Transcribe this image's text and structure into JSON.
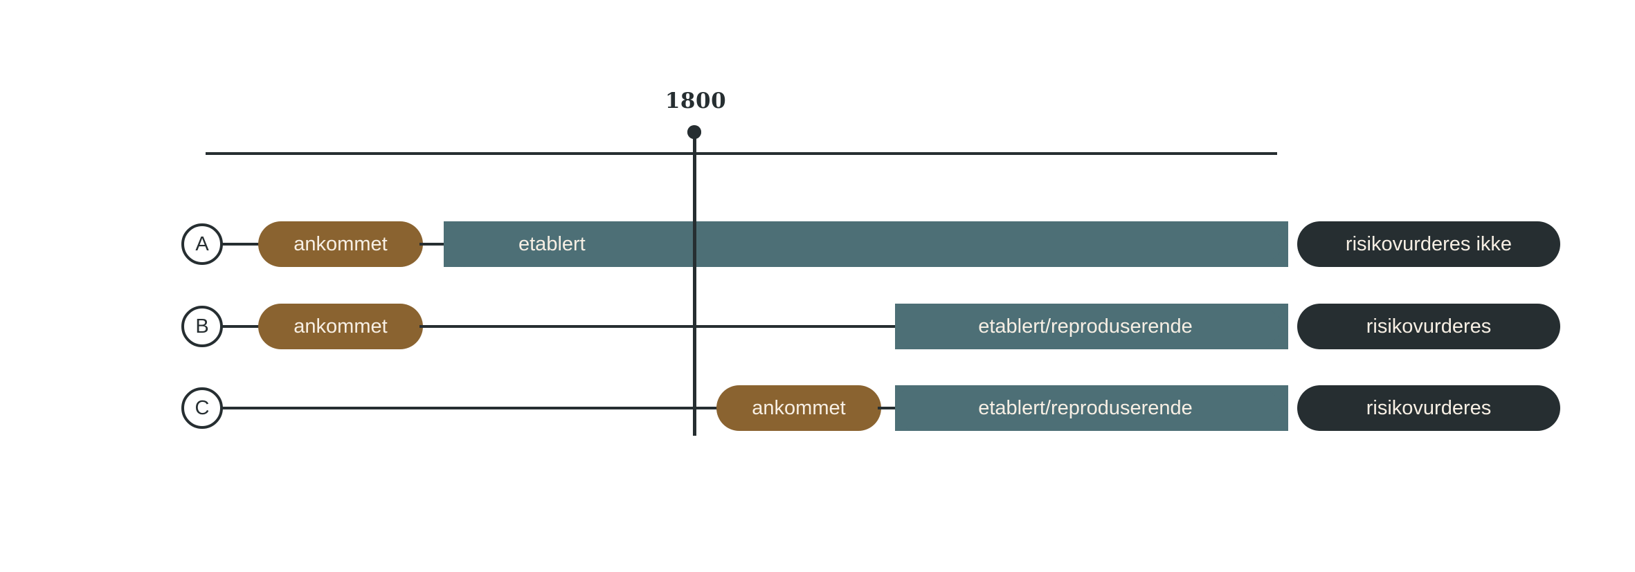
{
  "diagram": {
    "title_marker": "1800",
    "colors": {
      "brown": "#8a6330",
      "teal": "#4d6f76",
      "dark": "#262e31",
      "text_light": "#f7efe4",
      "background": "#ffffff"
    },
    "axis": {
      "label": "1800"
    },
    "rows": [
      {
        "id": "A",
        "badge": "A",
        "arrived_label": "ankommet",
        "status_label": "etablert",
        "outcome_label": "risikovurderes ikke"
      },
      {
        "id": "B",
        "badge": "B",
        "arrived_label": "ankommet",
        "status_label": "etablert/reproduserende",
        "outcome_label": "risikovurderes"
      },
      {
        "id": "C",
        "badge": "C",
        "arrived_label": "ankommet",
        "status_label": "etablert/reproduserende",
        "outcome_label": "risikovurderes"
      }
    ]
  }
}
